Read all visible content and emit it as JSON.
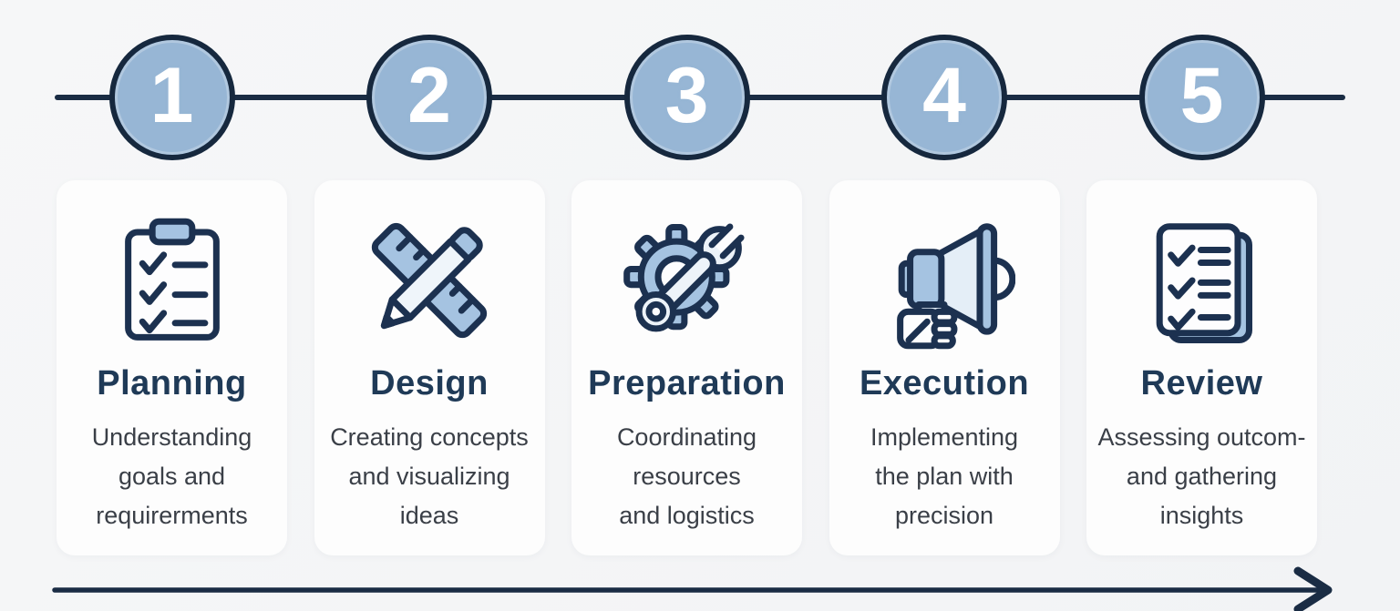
{
  "theme": {
    "background": "#f4f5f6",
    "card_background": "#fdfdfd",
    "navy_outline": "#1c3150",
    "timeline_line": "#1a2c44",
    "circle_fill": "#97b6d5",
    "circle_border": "#16283e",
    "title_color": "#1f3a57",
    "description_color": "#3a3f47",
    "icon_light_blue": "#a5c3e1",
    "icon_pale_blue": "#e9f1f8"
  },
  "steps": [
    {
      "number": "1",
      "title": "Planning",
      "icon": "clipboard-checklist-icon",
      "desc_lines": [
        "Understanding",
        "goals and",
        "requirerments"
      ]
    },
    {
      "number": "2",
      "title": "Design",
      "icon": "ruler-pencil-icon",
      "desc_lines": [
        "Creating concepts",
        "and visualizing",
        "ideas"
      ]
    },
    {
      "number": "3",
      "title": "Preparation",
      "icon": "gear-wrench-icon",
      "desc_lines": [
        "Coordinating",
        "resources",
        "and logistics"
      ]
    },
    {
      "number": "4",
      "title": "Execution",
      "icon": "megaphone-icon",
      "desc_lines": [
        "Implementing",
        "the plan with",
        "precision"
      ]
    },
    {
      "number": "5",
      "title": "Review",
      "icon": "checklist-pages-icon",
      "desc_lines": [
        "Assessing outcom-",
        "and gathering",
        "insights"
      ]
    }
  ]
}
